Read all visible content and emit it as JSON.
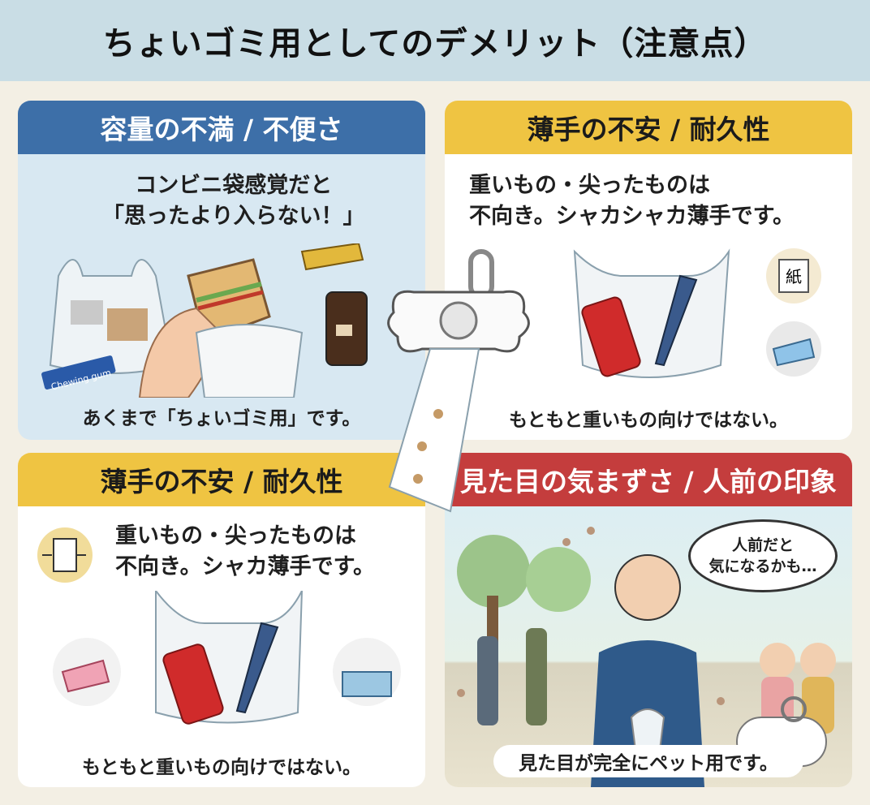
{
  "title": "ちょいゴミ用としてのデメリット（注意点）",
  "panels": {
    "capacity": {
      "heading": "容量の不満 / 不便さ",
      "lead_line1": "コンビニ袋感覚だと",
      "lead_line2": "「思ったより入らない！」",
      "gum_label": "Chewing gum",
      "caption": "あくまで「ちょいゴミ用」です。"
    },
    "thin_top": {
      "heading": "薄手の不安 / 耐久性",
      "lead_line1": "重いもの・尖ったものは",
      "lead_line2": "不向き。シャカシャカ薄手です。",
      "paper_label": "紙",
      "caption": "もともと重いもの向けではない。"
    },
    "thin_bottom": {
      "heading": "薄手の不安 / 耐久性",
      "lead_line1": "重いもの・尖ったものは",
      "lead_line2": "不向き。シャカ薄手です。",
      "caption": "もともと重いもの向けではない。"
    },
    "looks": {
      "heading": "見た目の気まずさ / 人前の印象",
      "thought_line1": "人前だと",
      "thought_line2": "気になるかも…",
      "caption": "見た目が完全にペット用です。"
    }
  },
  "colors": {
    "title_bg": "#c9dde5",
    "blue": "#3d6fa8",
    "yellow": "#efc442",
    "red": "#c43d3d",
    "background": "#f3efe4"
  },
  "icons": [
    "bone-dispenser-icon",
    "paw-print-icon",
    "trash-bag-icon",
    "soda-can-icon",
    "pen-icon",
    "candy-icon",
    "tissue-box-icon",
    "coffee-can-icon",
    "sandwich-icon",
    "compress-icon",
    "paper-icon",
    "bag-roll-icon"
  ]
}
